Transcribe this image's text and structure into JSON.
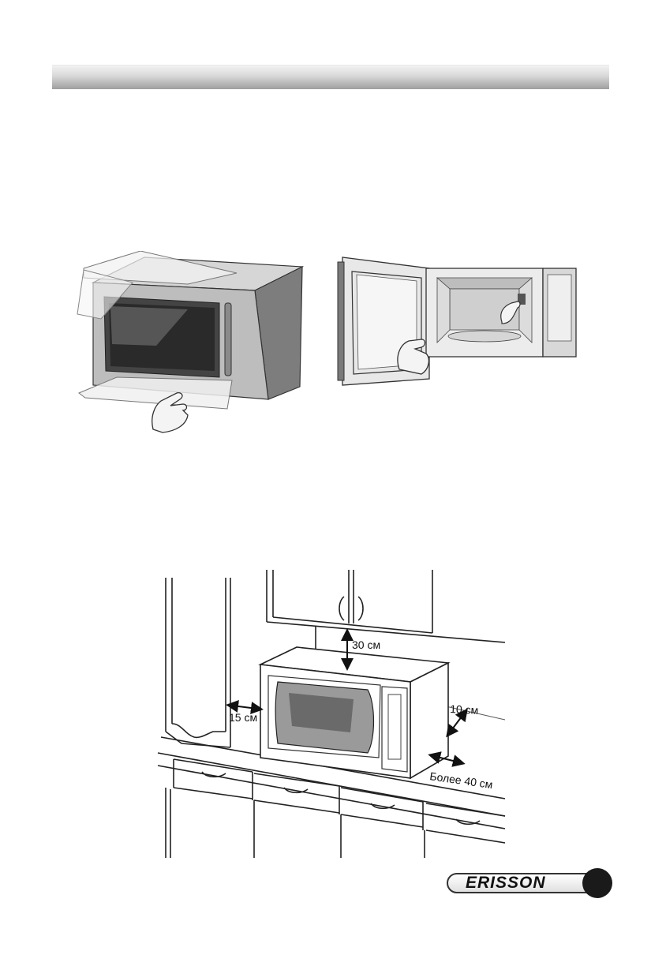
{
  "figures": {
    "clearance": {
      "top_gap": "30 см",
      "side_gap": "15 см",
      "rear_gap": "10 см",
      "front_space": "Более 40 см"
    }
  },
  "footer": {
    "brand": "ERISSON"
  }
}
